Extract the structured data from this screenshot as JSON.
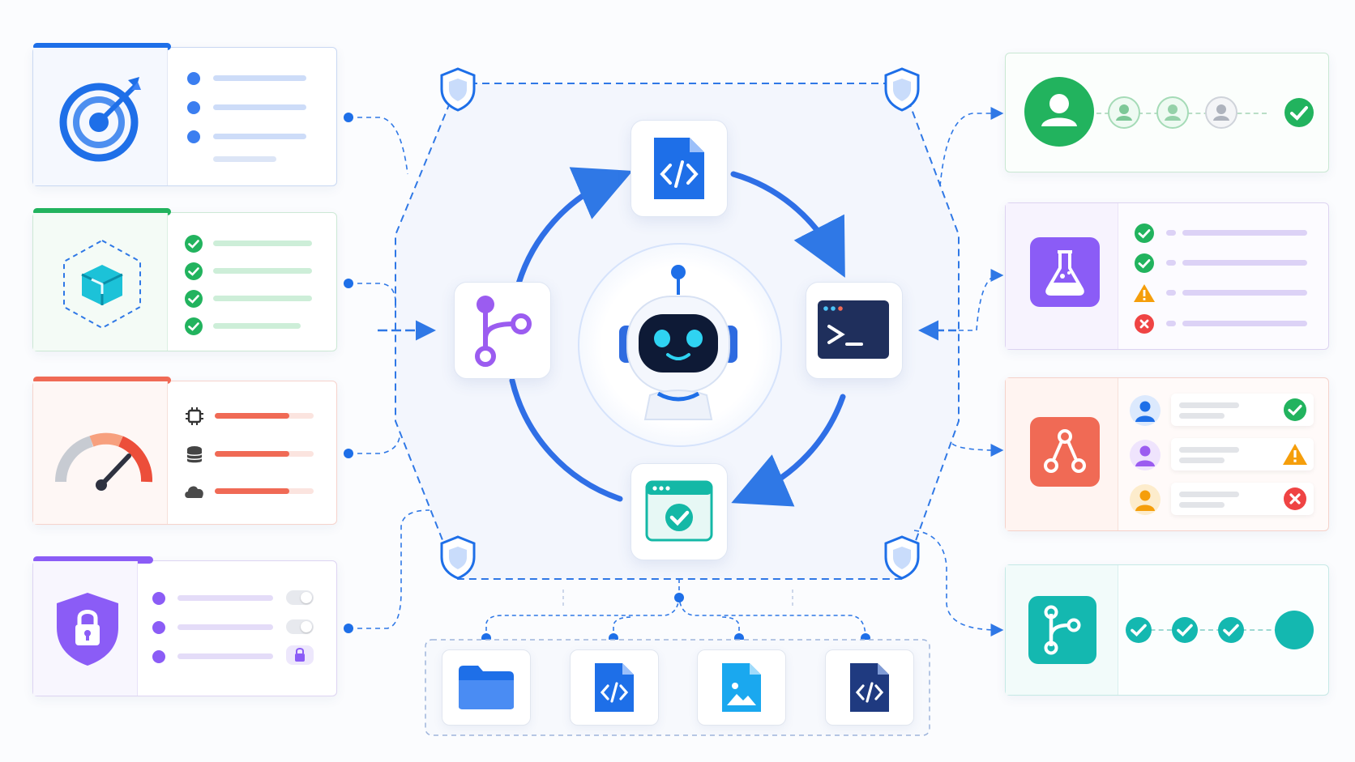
{
  "colors": {
    "blue": "#1e6fe8",
    "green": "#22b35e",
    "red": "#f06a55",
    "purple": "#8b5cf6",
    "teal": "#14b8b0",
    "dashed": "#2f78e6",
    "navy": "#1f2f5c"
  },
  "cards_left": [
    {
      "icon": "target-icon",
      "accent": "#1e6fe8",
      "row_icons": [
        "dot",
        "dot",
        "dot"
      ]
    },
    {
      "icon": "cube-icon",
      "accent": "#22b35e",
      "row_icons": [
        "check",
        "check",
        "check",
        "check"
      ]
    },
    {
      "icon": "gauge-icon",
      "accent": "#f06a55",
      "row_icons": [
        "cpu-icon",
        "database-icon",
        "cloud-icon"
      ]
    },
    {
      "icon": "shield-lock-icon",
      "accent": "#8b5cf6",
      "row_icons": [
        "toggle",
        "toggle",
        "lock-icon"
      ]
    }
  ],
  "center": {
    "top_tile": "code-file-icon",
    "right_tile": "terminal-icon",
    "bottom_tile": "browser-check-icon",
    "left_tile": "branch-icon",
    "core": "robot-icon"
  },
  "files": [
    "folder-icon",
    "code-file-icon",
    "image-file-icon",
    "code-file-dark-icon"
  ],
  "cards_right": [
    {
      "icon": "user-icon",
      "steps": [
        "user",
        "user",
        "user",
        "check"
      ]
    },
    {
      "icon": "flask-icon",
      "statuses": [
        "pass",
        "pass",
        "warning",
        "fail"
      ]
    },
    {
      "icon": "git-merge-icon",
      "reviewers": [
        {
          "status": "pass"
        },
        {
          "status": "warning"
        },
        {
          "status": "fail"
        }
      ]
    },
    {
      "icon": "git-branch-icon",
      "steps": [
        "check",
        "check",
        "check",
        "current"
      ]
    }
  ]
}
